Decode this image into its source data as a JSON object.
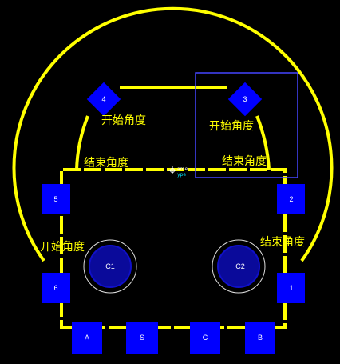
{
  "colors": {
    "background": "#000000",
    "silkscreen": "#ffff00",
    "pad": "#0000ff",
    "pad_label": "#ffffff",
    "selection": "#4646ff",
    "via_ring": "#dddddd",
    "via_fill": "#0a0a9a",
    "via_border": "#1010c8"
  },
  "pads": [
    {
      "id": "pad-4",
      "label": "4"
    },
    {
      "id": "pad-3",
      "label": "3"
    },
    {
      "id": "pad-5",
      "label": "5"
    },
    {
      "id": "pad-2",
      "label": "2"
    },
    {
      "id": "pad-6",
      "label": "6"
    },
    {
      "id": "pad-1",
      "label": "1"
    },
    {
      "id": "pad-a",
      "label": "A"
    },
    {
      "id": "pad-s",
      "label": "S"
    },
    {
      "id": "pad-c",
      "label": "C"
    },
    {
      "id": "pad-b",
      "label": "B"
    }
  ],
  "holes": [
    {
      "id": "hole-c1",
      "label": "C1"
    },
    {
      "id": "hole-c2",
      "label": "C2"
    }
  ],
  "angle_labels": [
    {
      "id": "start-angle-left-top",
      "text": "开始角度"
    },
    {
      "id": "start-angle-right-top",
      "text": "开始角度"
    },
    {
      "id": "end-angle-left",
      "text": "结束角度"
    },
    {
      "id": "end-angle-right",
      "text": "结束角度"
    },
    {
      "id": "start-angle-left-bottom",
      "text": "开始角度"
    },
    {
      "id": "end-angle-right-bottom",
      "text": "结束角度"
    }
  ],
  "origin_marker": {
    "line1": "ame",
    "line2": "ype"
  }
}
